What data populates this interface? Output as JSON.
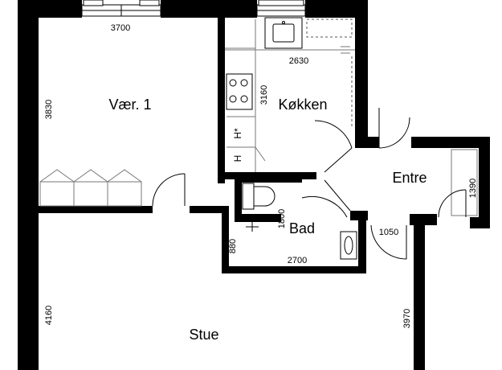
{
  "rooms": {
    "bedroom": "Vær. 1",
    "kitchen": "Køkken",
    "entrance": "Entre",
    "bathroom": "Bad",
    "living": "Stue"
  },
  "dimensions": {
    "bedroom_width": "3700",
    "bedroom_depth": "3830",
    "kitchen_width": "2630",
    "kitchen_depth": "3160",
    "bath_depth": "1800",
    "bath_width": "2700",
    "bath_small": "880",
    "entrance_door": "1050",
    "entrance_closet": "1390",
    "living_left": "4160",
    "living_right": "3970"
  },
  "fixtures": {
    "cabinet_label_top": "H*",
    "cabinet_label_bottom": "H"
  }
}
